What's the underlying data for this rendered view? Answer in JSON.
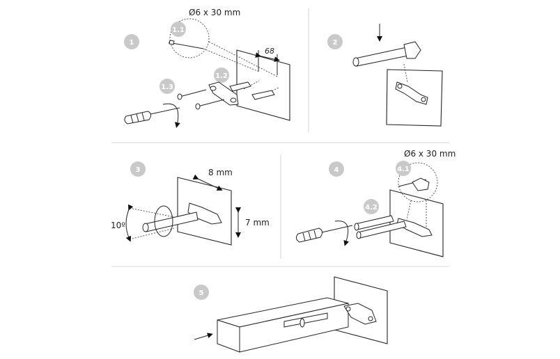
{
  "steps": [
    {
      "number": "1",
      "substeps": [
        "1.1",
        "1.2",
        "1.3"
      ],
      "screw_spec": "Ø6 x 30 mm",
      "spacing": "68"
    },
    {
      "number": "2"
    },
    {
      "number": "3",
      "angle": "10º",
      "horizontal_adjust": "8 mm",
      "vertical_adjust": "7 mm"
    },
    {
      "number": "4",
      "substeps": [
        "4.1",
        "4.2"
      ],
      "screw_spec": "Ø6 x 30 mm"
    },
    {
      "number": "5"
    }
  ],
  "colors": {
    "step_badge": "#c9c9c9",
    "line": "#222222",
    "divider": "#d6d6d6"
  }
}
